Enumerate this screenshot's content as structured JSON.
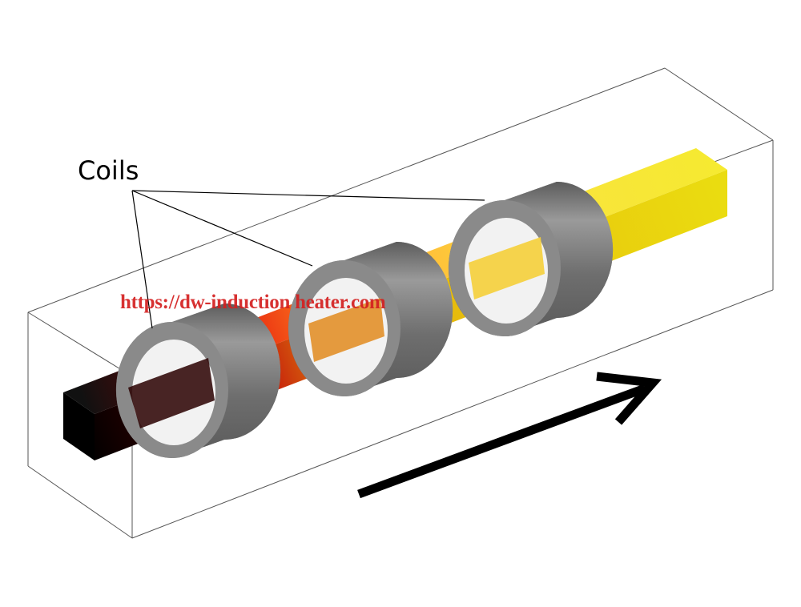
{
  "title": "Induction heating of a moving bar through coils",
  "annotation": {
    "label": "Coils"
  },
  "watermark": "https://dw-induction heater.com",
  "colors": {
    "cold": "#000000",
    "hot": "#e81a10",
    "warm": "#ff9a20",
    "mid": "#f5e21e",
    "coil": "#7a7a7a"
  }
}
